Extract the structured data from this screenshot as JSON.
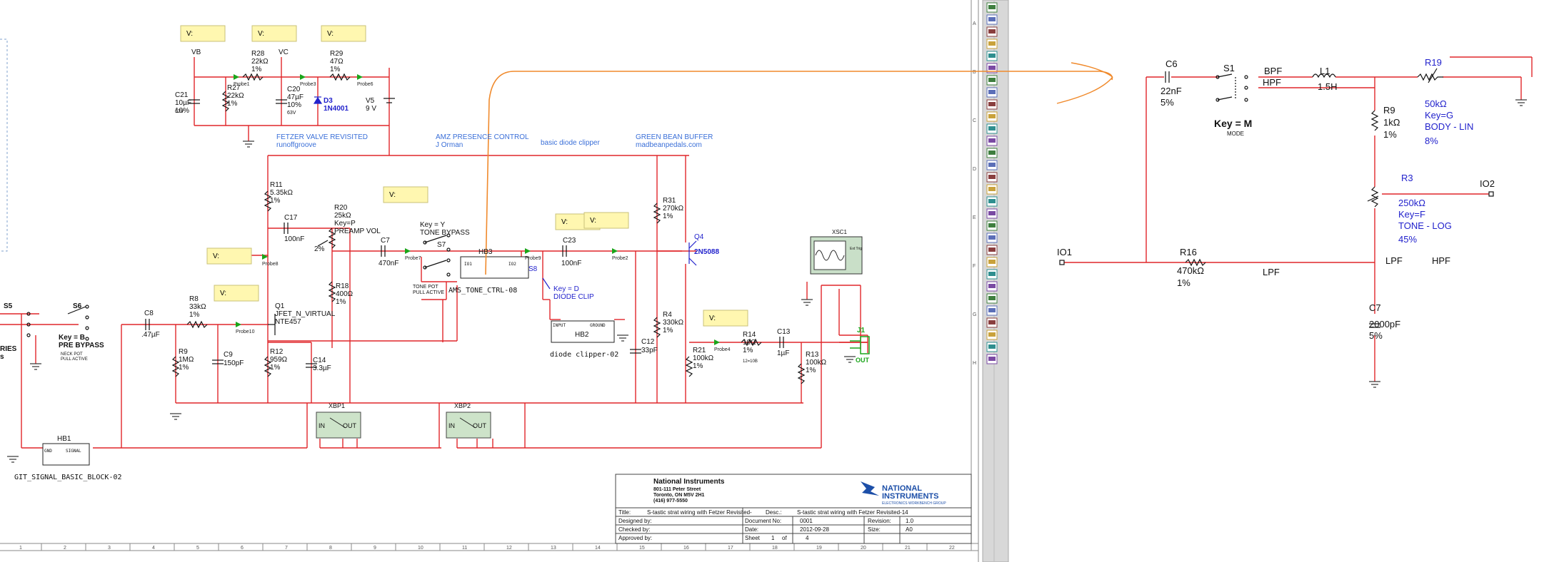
{
  "colors": {
    "wire": "#e0262a",
    "label": "#111111",
    "blue_label": "#2222cc",
    "note": "#3a6fd8",
    "probe_bg": "#fff7b0",
    "probe_border": "#c9c07a",
    "green": "#1aa51a",
    "ground": "#333333",
    "orange": "#f08a2c",
    "grid": "#a0a0a0"
  },
  "probes": [
    {
      "label": "V:"
    },
    {
      "label": "V:"
    },
    {
      "label": "V:"
    },
    {
      "label": "V:"
    },
    {
      "label": "V:"
    },
    {
      "label": "V:"
    },
    {
      "label": "V:"
    },
    {
      "label": "V:"
    },
    {
      "label": "V:"
    }
  ],
  "probe_tags": {
    "p1": "Probe1",
    "p3": "Probe3",
    "p6": "Probe6",
    "p7": "Probe7",
    "p8": "Probe8",
    "p9": "Probe9",
    "p2": "Probe2",
    "p10": "Probe10",
    "p4": "Probe4"
  },
  "nets": {
    "vb": "VB",
    "vc": "VC"
  },
  "components_left": {
    "r28": [
      "R28",
      "22kΩ",
      "1%"
    ],
    "r29": [
      "R29",
      "47Ω",
      "1%"
    ],
    "c21": [
      "C21",
      "10µF",
      "10%",
      "63V"
    ],
    "r27": [
      "R27",
      "22kΩ",
      "1%"
    ],
    "c20": [
      "C20",
      "47µF",
      "10%",
      "63V"
    ],
    "d3": [
      "D3",
      "1N4001"
    ],
    "v5": [
      "V5",
      "9 V"
    ],
    "r11": [
      "R11",
      "5.35kΩ",
      "1%"
    ],
    "c17": [
      "C17",
      "100nF"
    ],
    "r20": [
      "R20",
      "25kΩ",
      "Key=P",
      "PREAMP VOL",
      "2%"
    ],
    "c7": [
      "C7",
      "470nF"
    ],
    "s7": [
      "S7",
      "Key = Y",
      "TONE BYPASS",
      "TONE POT",
      "PULL ACTIVE"
    ],
    "hb3": [
      "HB3",
      "AMS_TONE_CTRL-08",
      "IO1",
      "IO2"
    ],
    "s8": [
      "S8",
      "Key = D",
      "DIODE CLIP"
    ],
    "hb2": [
      "HB2",
      "diode clipper-02",
      "INPUT",
      "GROUND"
    ],
    "c23": [
      "C23",
      "100nF"
    ],
    "r31": [
      "R31",
      "270kΩ",
      "1%"
    ],
    "q4": [
      "Q4",
      "2N5088"
    ],
    "xsc1": [
      "XSC1",
      "Ext Trig"
    ],
    "r18": [
      "R18",
      "400Ω",
      "1%"
    ],
    "q1": [
      "Q1",
      "JFET_N_VIRTUAL",
      "NTE457"
    ],
    "r8": [
      "R8",
      "33kΩ",
      "1%"
    ],
    "c8": [
      "C8",
      ".47µF"
    ],
    "r9": [
      "R9",
      "1MΩ",
      "1%"
    ],
    "c9": [
      "C9",
      "150pF"
    ],
    "r12": [
      "R12",
      "959Ω",
      "1%"
    ],
    "c14": [
      "C14",
      "3.3µF"
    ],
    "r4": [
      "R4",
      "330kΩ",
      "1%"
    ],
    "c12": [
      "C12",
      "33pF"
    ],
    "r21": [
      "R21",
      "100kΩ",
      "1%"
    ],
    "r14": [
      "R14",
      "10Ω",
      "1%",
      "12=10B"
    ],
    "c13": [
      "C13",
      "1µF"
    ],
    "r13": [
      "R13",
      "100kΩ",
      "1%"
    ],
    "j1": [
      "J1",
      "OUT"
    ],
    "s5": [
      "S5"
    ],
    "s6": [
      "S6",
      "Key = B",
      "PRE BYPASS",
      "NECK POT",
      "PULL ACTIVE"
    ],
    "series": [
      "RIES",
      "s"
    ],
    "xbp1": [
      "XBP1",
      "IN",
      "OUT"
    ],
    "xbp2": [
      "XBP2",
      "IN",
      "OUT"
    ],
    "hb1": [
      "HB1",
      "GND",
      "SIGNAL",
      "GIT_SIGNAL_BASIC_BLOCK-02"
    ]
  },
  "annotations": {
    "fetzer": [
      "FETZER VALVE REVISITED",
      "runoffgroove"
    ],
    "amz": [
      "AMZ PRESENCE CONTROL",
      "J Orman"
    ],
    "diode": [
      "basic diode clipper"
    ],
    "green": [
      "GREEN BEAN BUFFER",
      "madbeanpedals.com"
    ]
  },
  "title_block": {
    "company": [
      "National Instruments",
      "801-111 Peter Street",
      "Toronto, ON M5V 2H1",
      "(416) 977-5550"
    ],
    "logo": [
      "NATIONAL",
      "INSTRUMENTS",
      "ELECTRONICS WORKBENCH GROUP"
    ],
    "title_label": "Title:",
    "title_value": "S-tastic strat wiring with Fetzer Revisited-",
    "desc_label": "Desc.:",
    "desc_value": "S-tastic strat wiring with Fetzer Revisited-14",
    "designed_label": "Designed by:",
    "checked_label": "Checked by:",
    "approved_label": "Approved by:",
    "docno_label": "Document No:",
    "docno_value": "0001",
    "date_label": "Date:",
    "date_value": "2012-09-28",
    "sheet_label": "Sheet",
    "sheet_value": "1",
    "sheet_of": "of",
    "sheet_total": "4",
    "revision_label": "Revision:",
    "revision_value": "1.0",
    "size_label": "Size:",
    "size_value": "A0"
  },
  "ruler_bottom": [
    "1",
    "2",
    "3",
    "4",
    "5",
    "6",
    "7",
    "8",
    "9",
    "10",
    "11",
    "12",
    "13",
    "14",
    "15",
    "16",
    "17",
    "18",
    "19",
    "20",
    "21",
    "22"
  ],
  "ruler_right": [
    "A",
    "B",
    "C",
    "D",
    "E",
    "F",
    "G",
    "H"
  ],
  "right_schematic": {
    "c6": [
      "C6",
      "22nF",
      "5%"
    ],
    "s1": [
      "S1",
      "Key = M",
      "MODE"
    ],
    "bpf": "BPF",
    "hpf": "HPF",
    "l1": [
      "L1",
      "1.5H"
    ],
    "r19": [
      "R19",
      "50kΩ",
      "Key=G",
      "BODY - LIN",
      "8%"
    ],
    "r9": [
      "R9",
      "1kΩ",
      "1%"
    ],
    "r3": [
      "R3",
      "250kΩ",
      "Key=F",
      "TONE - LOG",
      "45%"
    ],
    "io1": "IO1",
    "io2": "IO2",
    "r16": [
      "R16",
      "470kΩ",
      "1%"
    ],
    "lpf_mid": "LPF",
    "lpf_right": "LPF",
    "hpf_right": "HPF",
    "c7": [
      "C7",
      "2000pF",
      "5%"
    ]
  }
}
